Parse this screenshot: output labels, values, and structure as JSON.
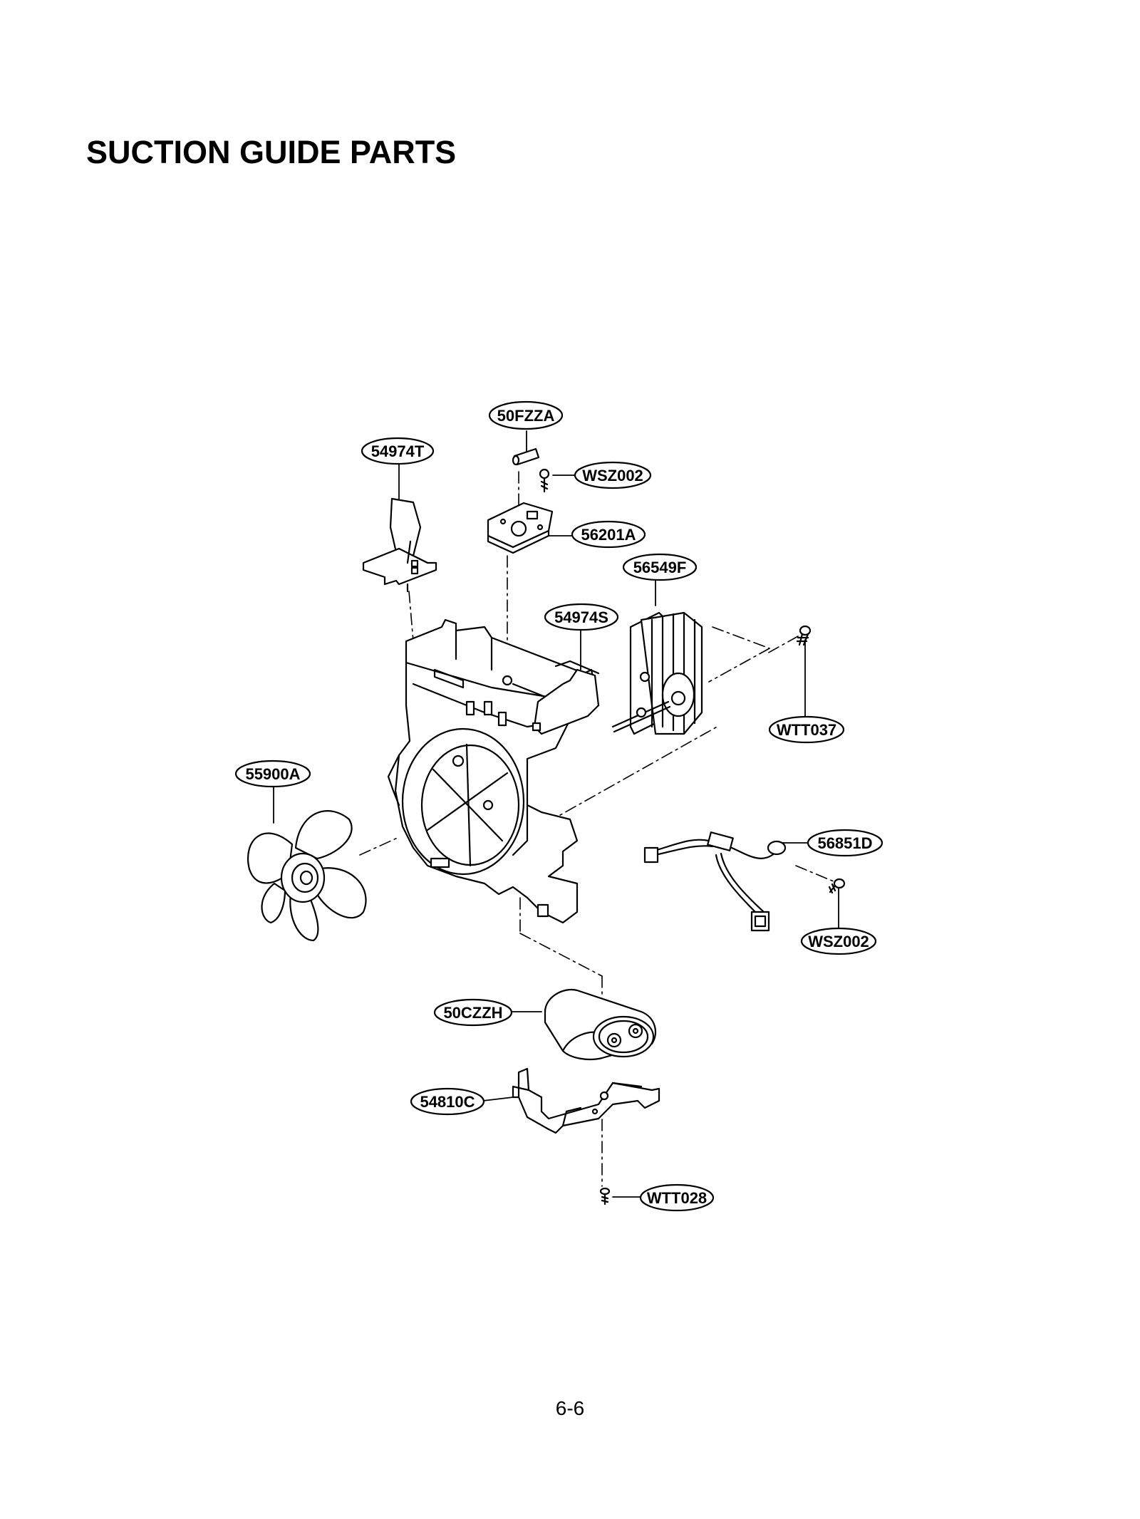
{
  "page": {
    "title": "SUCTION GUIDE PARTS",
    "page_number": "6-6"
  },
  "parts": {
    "p_50fzza": "50FZZA",
    "p_54974t": "54974T",
    "p_wsz002_top": "WSZ002",
    "p_56201a": "56201A",
    "p_56549f": "56549F",
    "p_54974s": "54974S",
    "p_wtt037": "WTT037",
    "p_55900a": "55900A",
    "p_56851d": "56851D",
    "p_wsz002_bottom": "WSZ002",
    "p_50czzh": "50CZZH",
    "p_54810c": "54810C",
    "p_wtt028": "WTT028"
  }
}
